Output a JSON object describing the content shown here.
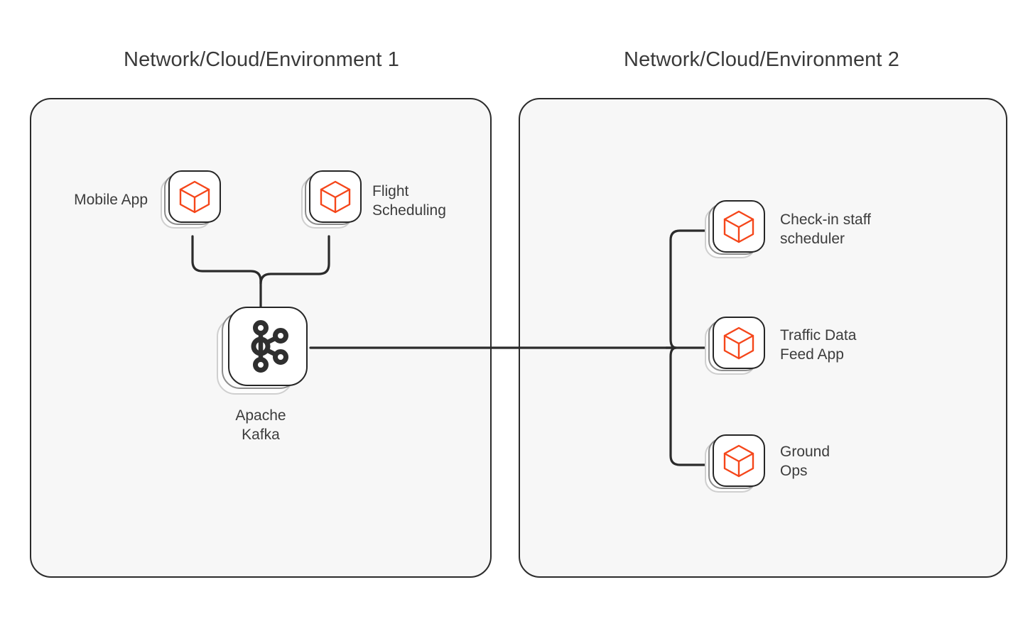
{
  "diagram": {
    "title_hidden": "",
    "environments": [
      {
        "id": "env-1",
        "title": "Network/Cloud/Environment 1",
        "nodes": [
          {
            "id": "mobile-app",
            "label": "Mobile App",
            "icon": "cube-icon",
            "label_side": "left"
          },
          {
            "id": "flight-scheduling",
            "label": "Flight\nScheduling",
            "icon": "cube-icon",
            "label_side": "right"
          },
          {
            "id": "apache-kafka",
            "label": "Apache\nKafka",
            "icon": "kafka-icon",
            "label_side": "below"
          }
        ]
      },
      {
        "id": "env-2",
        "title": "Network/Cloud/Environment 2",
        "nodes": [
          {
            "id": "check-in-staff-scheduler",
            "label": "Check-in staff\nscheduler",
            "icon": "cube-icon",
            "label_side": "right"
          },
          {
            "id": "traffic-data-feed-app",
            "label": "Traffic Data\nFeed App",
            "icon": "cube-icon",
            "label_side": "right"
          },
          {
            "id": "ground-ops",
            "label": "Ground\nOps",
            "icon": "cube-icon",
            "label_side": "right"
          }
        ]
      }
    ],
    "connections": [
      {
        "from": "mobile-app",
        "to": "apache-kafka",
        "style": "brace-merge"
      },
      {
        "from": "flight-scheduling",
        "to": "apache-kafka",
        "style": "brace-merge"
      },
      {
        "from": "apache-kafka",
        "to": "check-in-staff-scheduler",
        "style": "brace-split"
      },
      {
        "from": "apache-kafka",
        "to": "traffic-data-feed-app",
        "style": "brace-split"
      },
      {
        "from": "apache-kafka",
        "to": "ground-ops",
        "style": "brace-split"
      }
    ],
    "colors": {
      "accent_orange": "#F5461A",
      "line_dark": "#2b2b2b",
      "panel_fill": "#f7f7f7",
      "panel_border": "#2b2b2b",
      "text": "#3c3c3c",
      "kafka_logo": "#2f2f2f",
      "background": "#ffffff"
    }
  }
}
